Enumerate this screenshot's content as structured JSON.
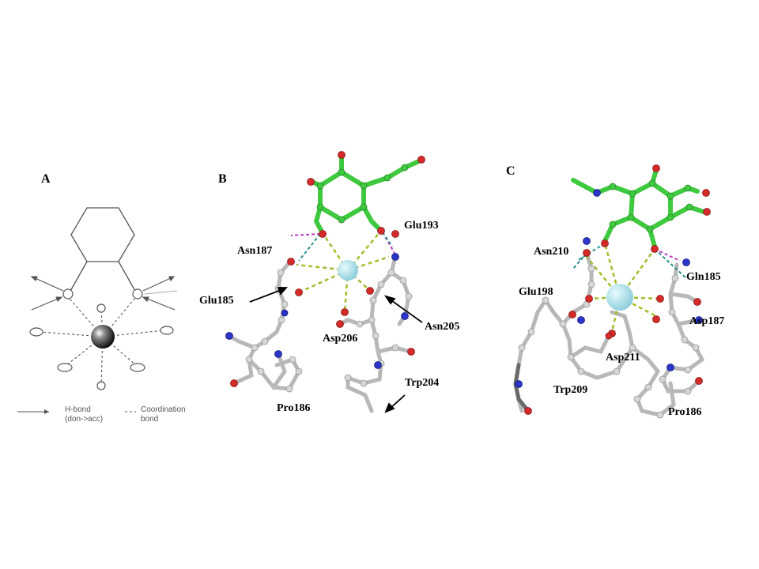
{
  "panels": {
    "A": {
      "label": "A",
      "legend": {
        "hbond_line1": "H-bond",
        "hbond_line2": "(don->acc)",
        "coord_line1": "Coordination",
        "coord_line2": "bond"
      }
    },
    "B": {
      "label": "B",
      "residues": {
        "asn187": "Asn187",
        "glu193": "Glu193",
        "glu185": "Glu185",
        "asn205": "Asn205",
        "asp206": "Asp206",
        "trp204": "Trp204",
        "pro186": "Pro186"
      }
    },
    "C": {
      "label": "C",
      "residues": {
        "asn210": "Asn210",
        "gln185": "Gln185",
        "glu198": "Glu198",
        "asp187": "Asp187",
        "asp211": "Asp211",
        "trp209": "Trp209",
        "pro186": "Pro186"
      }
    }
  },
  "colors": {
    "sugar_carbon": "#3fc93f",
    "protein_carbon": "#c8c8c8",
    "oxygen": "#d42a2a",
    "nitrogen": "#2b35c8",
    "metal_ion": "#a9dfe8",
    "coordination_bond": "#9fbf2a",
    "hbond_magenta": "#c23ac2",
    "hbond_teal": "#2a8f8f"
  }
}
